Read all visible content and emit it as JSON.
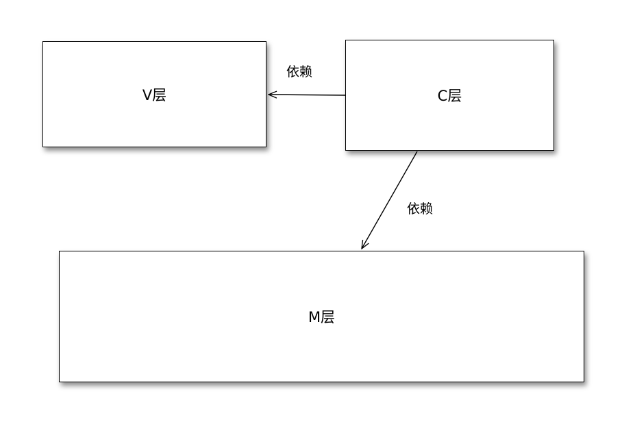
{
  "diagram": {
    "nodes": {
      "view": {
        "label": "V层"
      },
      "controller": {
        "label": "C层"
      },
      "model": {
        "label": "M层"
      }
    },
    "edges": [
      {
        "from": "C层",
        "to": "V层",
        "label": "依赖"
      },
      {
        "from": "C层",
        "to": "M层",
        "label": "依赖"
      }
    ]
  },
  "colors": {
    "stroke": "#000000",
    "background": "#ffffff"
  }
}
